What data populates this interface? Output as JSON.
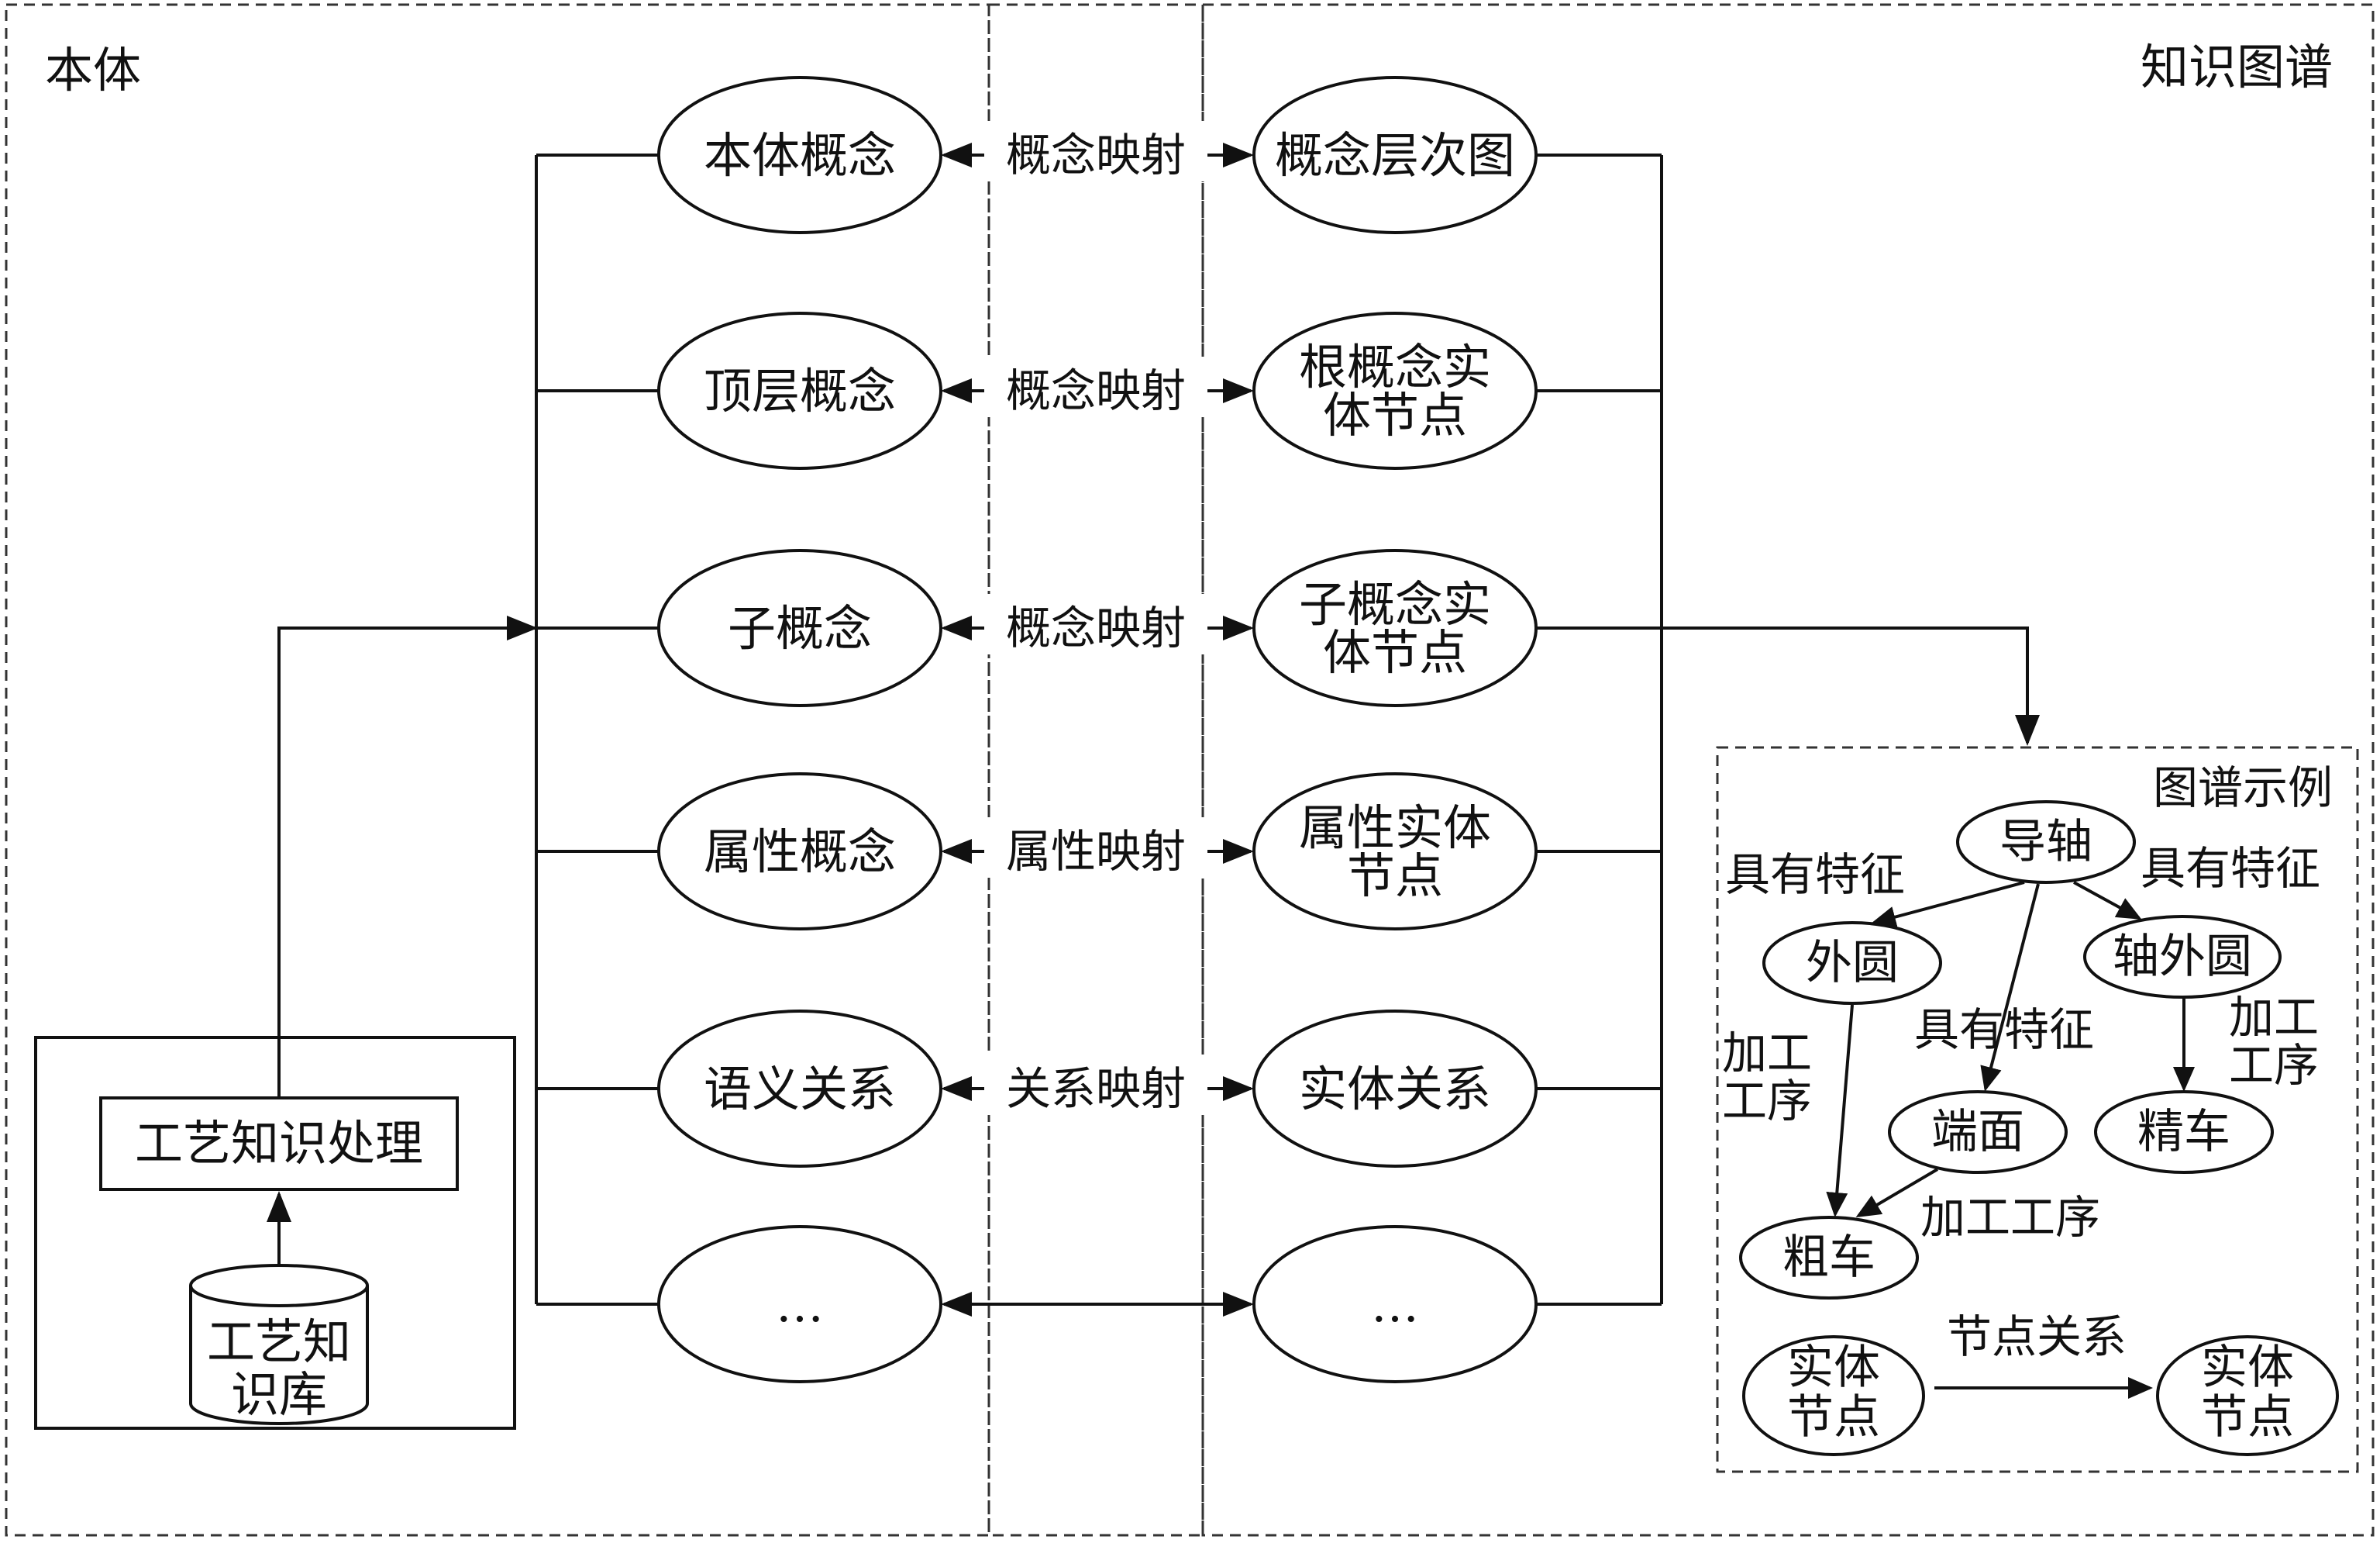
{
  "regions": {
    "ontology_label": "本体",
    "kg_label": "知识图谱"
  },
  "source": {
    "process_label": "工艺知识处理",
    "db_label_line1": "工艺知",
    "db_label_line2": "识库"
  },
  "ontology_nodes": [
    {
      "lines": [
        "本体概念"
      ]
    },
    {
      "lines": [
        "顶层概念"
      ]
    },
    {
      "lines": [
        "子概念"
      ]
    },
    {
      "lines": [
        "属性概念"
      ]
    },
    {
      "lines": [
        "语义关系"
      ]
    },
    {
      "lines": [
        "…"
      ]
    }
  ],
  "mappings": [
    "概念映射",
    "概念映射",
    "概念映射",
    "属性映射",
    "关系映射",
    ""
  ],
  "kg_nodes": [
    {
      "lines": [
        "概念层次图"
      ]
    },
    {
      "lines": [
        "根概念实",
        "体节点"
      ]
    },
    {
      "lines": [
        "子概念实",
        "体节点"
      ]
    },
    {
      "lines": [
        "属性实体",
        "节点"
      ]
    },
    {
      "lines": [
        "实体关系"
      ]
    },
    {
      "lines": [
        "…"
      ]
    }
  ],
  "example": {
    "title": "图谱示例",
    "nodes": {
      "daozhou": "导轴",
      "waiyuan": "外圆",
      "zhouwaiyuan": "轴外圆",
      "duanmian": "端面",
      "jingche": "精车",
      "cuche": "粗车"
    },
    "edge_labels": {
      "feature_left": "具有特征",
      "feature_right": "具有特征",
      "feature_mid": "具有特征",
      "process_left_1": "加工",
      "process_left_2": "工序",
      "process_right_1": "加工",
      "process_right_2": "工序",
      "process_bottom": "加工工序"
    },
    "legend": {
      "entity_line1": "实体",
      "entity_line2": "节点",
      "relation": "节点关系"
    }
  }
}
